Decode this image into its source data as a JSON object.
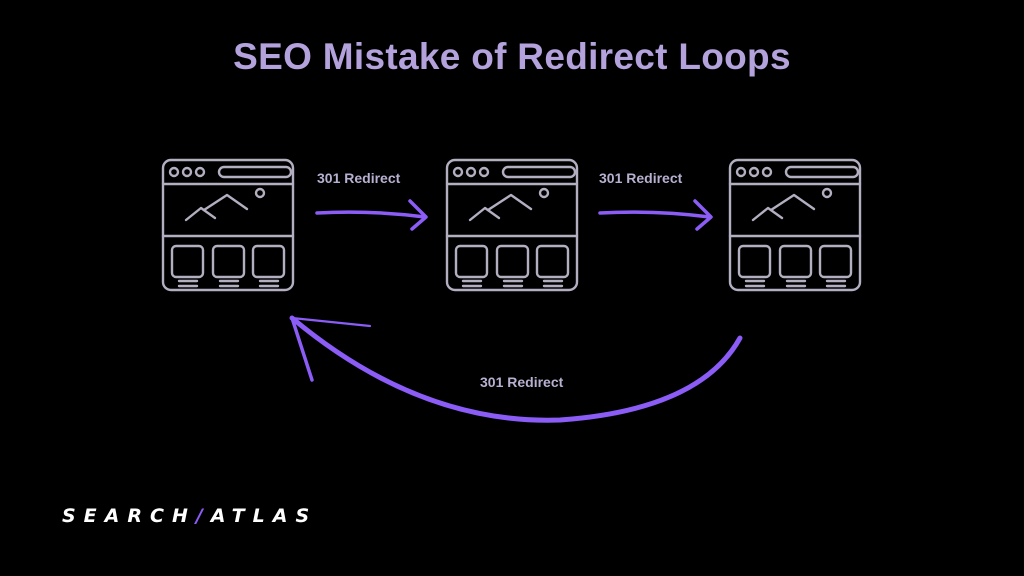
{
  "title": "SEO Mistake of Redirect Loops",
  "colors": {
    "background": "#000000",
    "title": "#b4a2dc",
    "label": "#b8b0d0",
    "icon_stroke": "#b3aec0",
    "arrow": "#8b5cf6",
    "logo_text": "#ffffff",
    "logo_slash": "#8b5cf6"
  },
  "pages": [
    {
      "name": "page-1",
      "icon": "browser-window-icon"
    },
    {
      "name": "page-2",
      "icon": "browser-window-icon"
    },
    {
      "name": "page-3",
      "icon": "browser-window-icon"
    }
  ],
  "arrows": [
    {
      "from": "page-1",
      "to": "page-2",
      "label": "301 Redirect"
    },
    {
      "from": "page-2",
      "to": "page-3",
      "label": "301 Redirect"
    },
    {
      "from": "page-3",
      "to": "page-1",
      "label": "301 Redirect"
    }
  ],
  "logo": {
    "left": "SEARCH",
    "separator": "/",
    "right": "ATLAS"
  }
}
